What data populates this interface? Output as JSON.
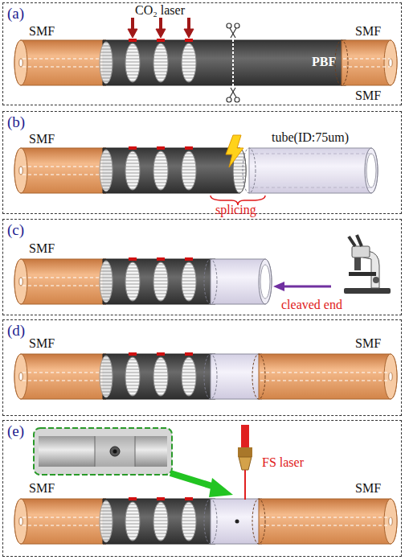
{
  "diagram": {
    "nodes": [
      {
        "text": [
          "(a)"
        ]
      },
      {
        "text": [
          "(b)"
        ]
      },
      {
        "text": [
          "(c)"
        ]
      },
      {
        "text": [
          "(d)"
        ]
      },
      {
        "text": [
          "(e)"
        ]
      }
    ],
    "labels": [
      "CO₂ laser",
      "SMF",
      "PBF",
      "SMF",
      "SMF",
      "SMF",
      "tube(ID:75um)",
      "splicing",
      "SMF",
      "cleaved end",
      "SMF",
      "SMF",
      "FS laser",
      "SMF",
      "SMF"
    ]
  }
}
